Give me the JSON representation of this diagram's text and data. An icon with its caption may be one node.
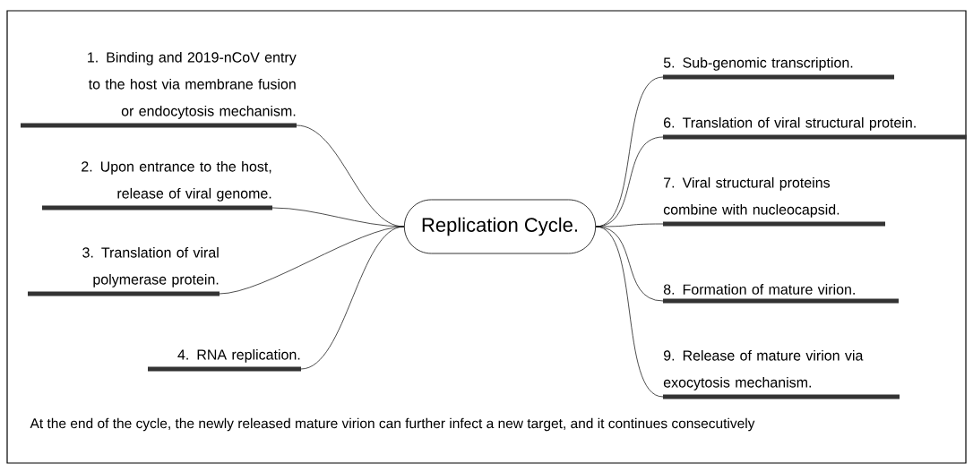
{
  "diagram": {
    "nodes": [
      {
        "text": [
          "Replication Cycle."
        ]
      },
      {
        "text": [
          "1. Binding and 2019-nCoV entry to the host via membrane fusion or endocytosis mechanism."
        ]
      },
      {
        "text": [
          "2. Upon entrance to the host, release of viral genome."
        ]
      },
      {
        "text": [
          "3. Translation of viral polymerase protein."
        ]
      },
      {
        "text": [
          "4. RNA replication."
        ]
      },
      {
        "text": [
          "5. Sub-genomic transcription."
        ]
      },
      {
        "text": [
          "6. Translation of viral structural protein."
        ]
      },
      {
        "text": [
          "7. Viral structural proteins combine with nucleocapsid."
        ]
      },
      {
        "text": [
          "8. Formation of mature virion."
        ]
      },
      {
        "text": [
          "9. Release of mature virion via exocytosis mechanism."
        ]
      }
    ],
    "edges": [
      {
        "from": 0,
        "to": 1,
        "arrow": "none"
      },
      {
        "from": 0,
        "to": 2,
        "arrow": "none"
      },
      {
        "from": 0,
        "to": 3,
        "arrow": "none"
      },
      {
        "from": 0,
        "to": 4,
        "arrow": "none"
      },
      {
        "from": 0,
        "to": 5,
        "arrow": "none"
      },
      {
        "from": 0,
        "to": 6,
        "arrow": "none"
      },
      {
        "from": 0,
        "to": 7,
        "arrow": "none"
      },
      {
        "from": 0,
        "to": 8,
        "arrow": "none"
      },
      {
        "from": 0,
        "to": 9,
        "arrow": "none"
      }
    ],
    "caption": "At the end of the cycle, the newly released mature virion can further infect a new target, and it continues consecutively"
  }
}
